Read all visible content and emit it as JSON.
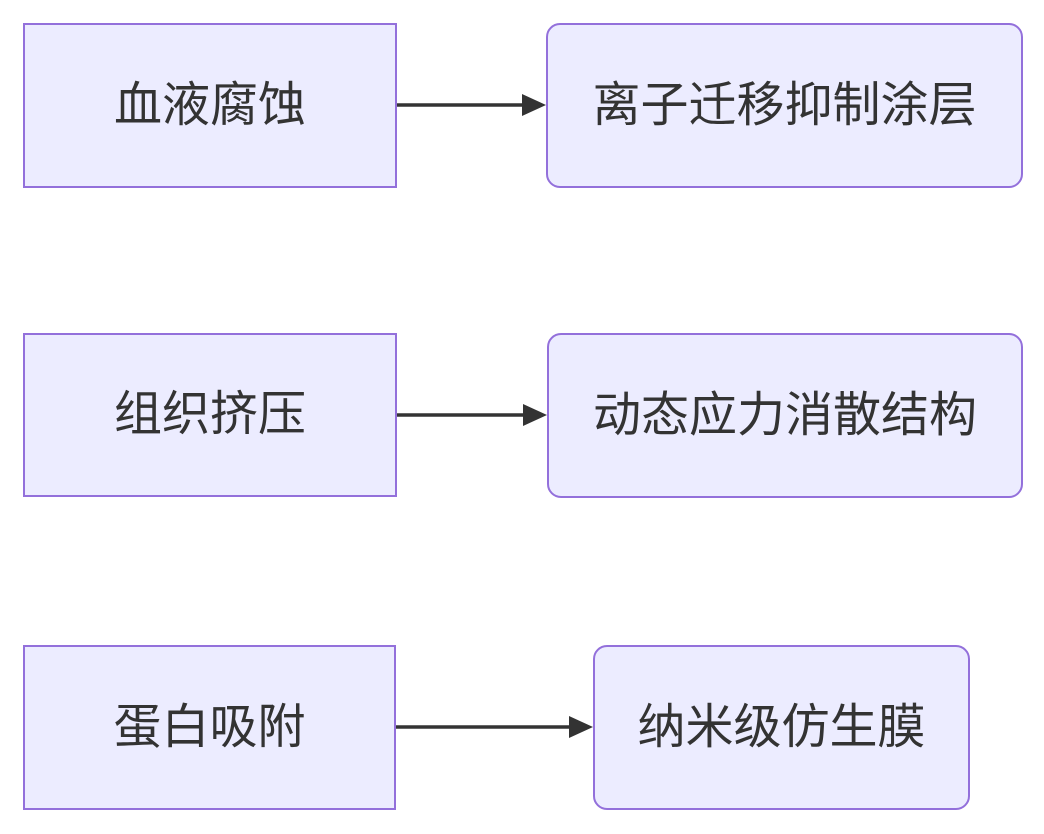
{
  "diagram": {
    "type": "flowchart",
    "direction": "left-to-right",
    "edges": [
      {
        "source": {
          "label": "血液腐蚀",
          "shape": "rect"
        },
        "target": {
          "label": "离子迁移抑制涂层",
          "shape": "rounded"
        },
        "connector": "arrow-right"
      },
      {
        "source": {
          "label": "组织挤压",
          "shape": "rect"
        },
        "target": {
          "label": "动态应力消散结构",
          "shape": "rounded"
        },
        "connector": "arrow-right"
      },
      {
        "source": {
          "label": "蛋白吸附",
          "shape": "rect"
        },
        "target": {
          "label": "纳米级仿生膜",
          "shape": "rounded"
        },
        "connector": "arrow-right"
      }
    ],
    "colors": {
      "node_fill": "#ECECFF",
      "node_border": "#9370DB",
      "arrow": "#333333",
      "text": "#333333",
      "background": "#FFFFFF"
    }
  }
}
